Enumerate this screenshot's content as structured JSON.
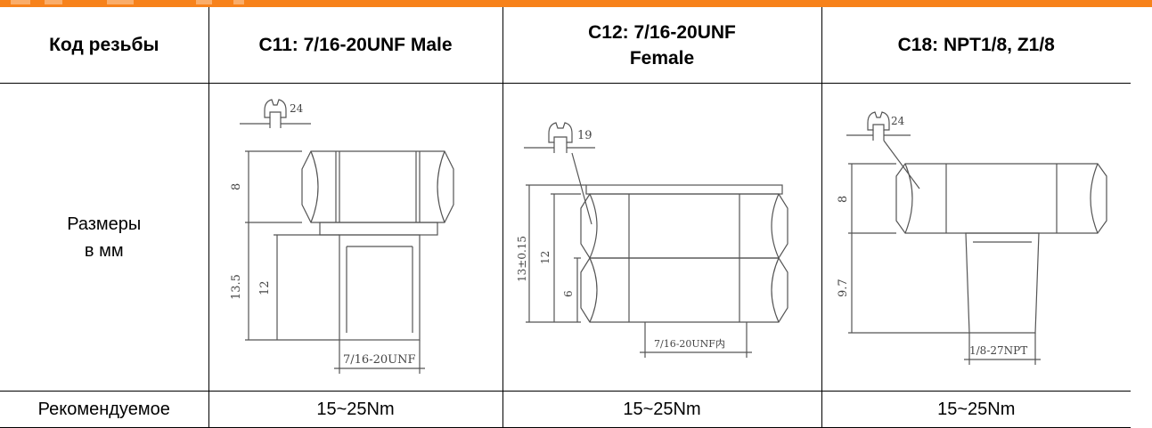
{
  "table": {
    "header": {
      "thread_code_label": "Код резьбы",
      "c11": "C11: 7/16-20UNF Male",
      "c12_line1": "C12: 7/16-20UNF",
      "c12_line2": "Female",
      "c18": "C18: NPT1/8, Z1/8"
    },
    "dimensions_row": {
      "label_line1": "Размеры",
      "label_line2": "в мм",
      "c11": {
        "wrench_size": "24",
        "hex_height": "8",
        "total_length": "13.5",
        "thread_length": "12",
        "thread_spec": "7/16-20UNF"
      },
      "c12": {
        "wrench_size": "19",
        "total_length": "13±0.15",
        "body_height": "12",
        "lower_hex": "6",
        "thread_spec": "7/16-20UNF内"
      },
      "c18": {
        "wrench_size": "24",
        "hex_height": "8",
        "thread_length": "9.7",
        "thread_spec": "1/8-27NPT"
      }
    },
    "torque_row": {
      "label": "Рекомендуемое",
      "c11": "15~25Nm",
      "c12": "15~25Nm",
      "c18": "15~25Nm"
    }
  },
  "colors": {
    "accent_bar": "#f7821b",
    "line": "#000000",
    "drawing": "#555555"
  },
  "icons": [
    "wrench-icon"
  ]
}
